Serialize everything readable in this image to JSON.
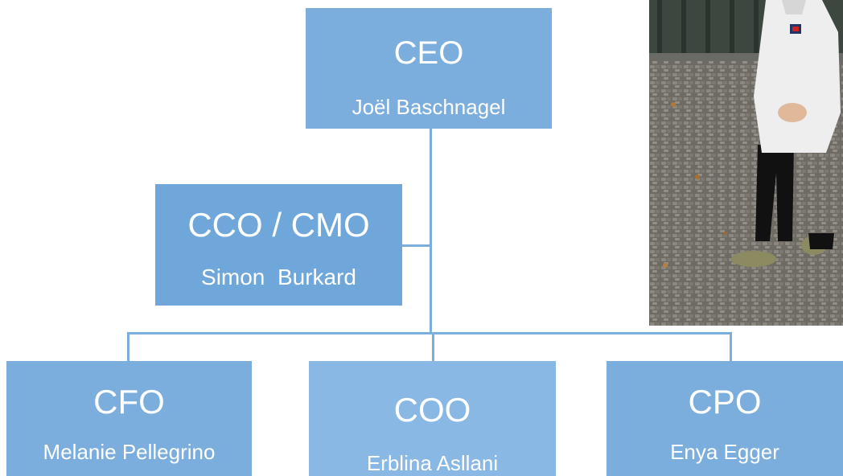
{
  "org_chart": {
    "ceo": {
      "role": "CEO",
      "name": "Joël Baschnagel"
    },
    "cco": {
      "role": "CCO / CMO",
      "name": "Simon  Burkard"
    },
    "cfo": {
      "role": "CFO",
      "name": "Melanie Pellegrino"
    },
    "coo": {
      "role": "COO",
      "name": "Erblina Asllani"
    },
    "cpo": {
      "role": "CPO",
      "name": "Enya Egger"
    }
  },
  "colors": {
    "box": "#7caedd",
    "connector": "#7caedd",
    "text": "#ffffff"
  }
}
